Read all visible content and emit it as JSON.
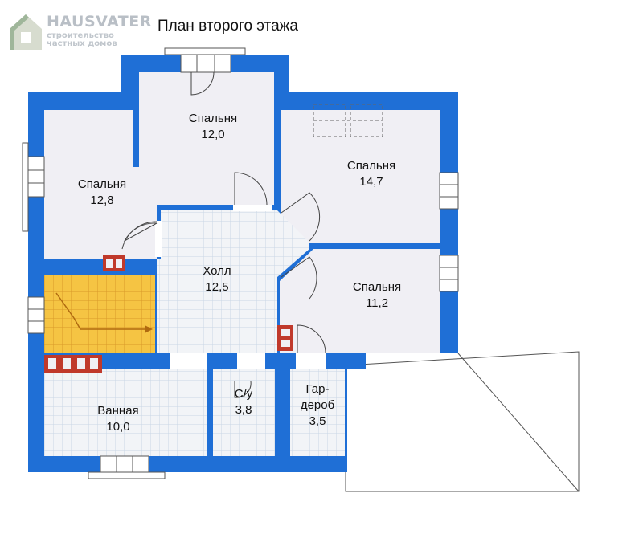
{
  "logo": {
    "name": "HAUSVATER",
    "line1": "строительство",
    "line2": "частных домов",
    "icon": "house-icon"
  },
  "title": "План второго этажа",
  "rooms": [
    {
      "name": "Спальня",
      "area": "12,0"
    },
    {
      "name": "Спальня",
      "area": "12,8"
    },
    {
      "name": "Спальня",
      "area": "14,7"
    },
    {
      "name": "Холл",
      "area": "12,5"
    },
    {
      "name": "Спальня",
      "area": "11,2"
    },
    {
      "name": "Ванная",
      "area": "10,0"
    },
    {
      "name": "С/у",
      "area": "3,8"
    },
    {
      "name": "Гар-",
      "name2": "дероб",
      "area": "3,5"
    }
  ],
  "colors": {
    "wall": "#1f6fd6",
    "floor": "#f0eff4",
    "tile_line": "#c9d6e6",
    "stair": "#f5c443",
    "brick": "#c0392b"
  }
}
